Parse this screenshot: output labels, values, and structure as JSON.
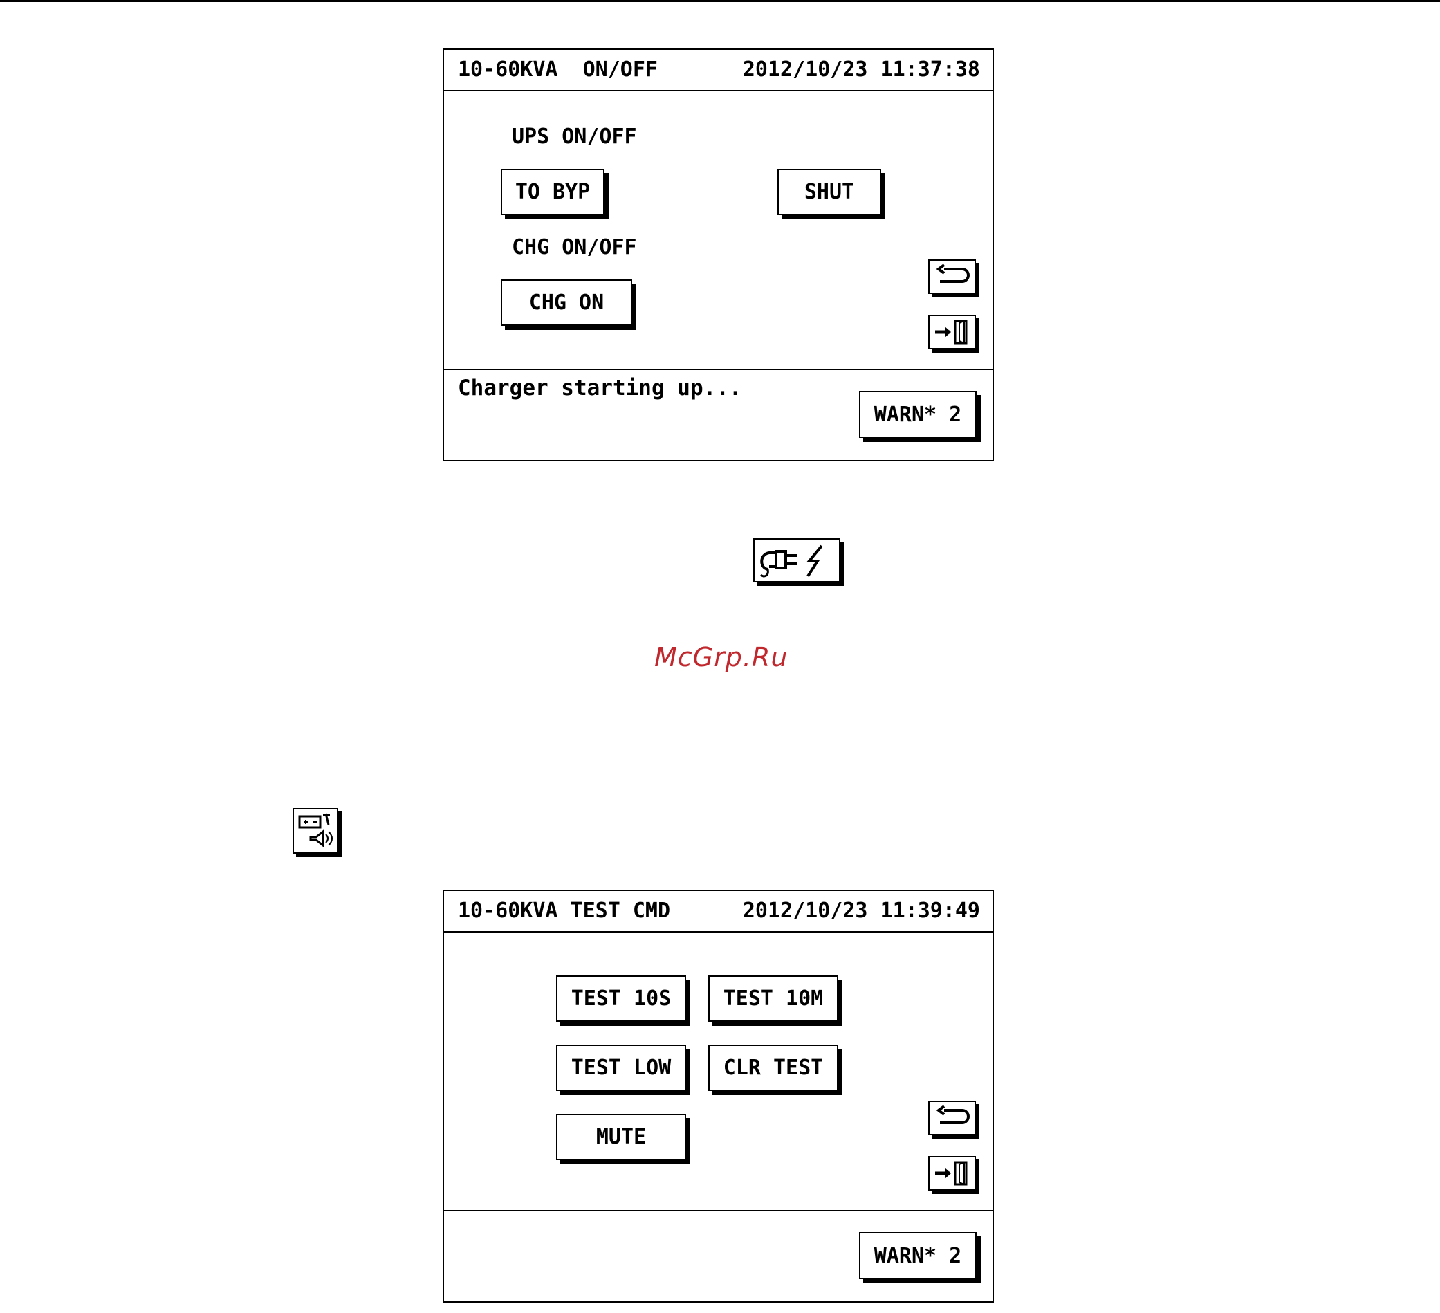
{
  "watermark": {
    "text": "McGrp.Ru",
    "color": "#c0282d"
  },
  "panel_onoff": {
    "header": {
      "mode": "10-60KVA  ON/OFF",
      "datetime": "2012/10/23 11:37:38"
    },
    "ups_section_label": "UPS ON/OFF",
    "to_bypass_label": "TO BYP",
    "shut_label": "SHUT",
    "charger_section_label": "CHG ON/OFF",
    "charger_on_label": "CHG ON",
    "return_icon": "return-arrow-icon",
    "exit_icon": "exit-door-icon",
    "status_text": "Charger starting up...",
    "warn_label": "WARN* 2"
  },
  "charger_icon": {
    "name": "plug-lightning-icon"
  },
  "test_icon": {
    "name": "battery-speaker-icon"
  },
  "panel_test": {
    "header": {
      "mode": "10-60KVA TEST CMD",
      "datetime": "2012/10/23 11:39:49"
    },
    "test_10s_label": "TEST 10S",
    "test_10m_label": "TEST 10M",
    "test_low_label": "TEST LOW",
    "clear_test_label": "CLR TEST",
    "mute_label": "MUTE",
    "return_icon": "return-arrow-icon",
    "exit_icon": "exit-door-icon",
    "status_text": "",
    "warn_label": "WARN* 2"
  }
}
